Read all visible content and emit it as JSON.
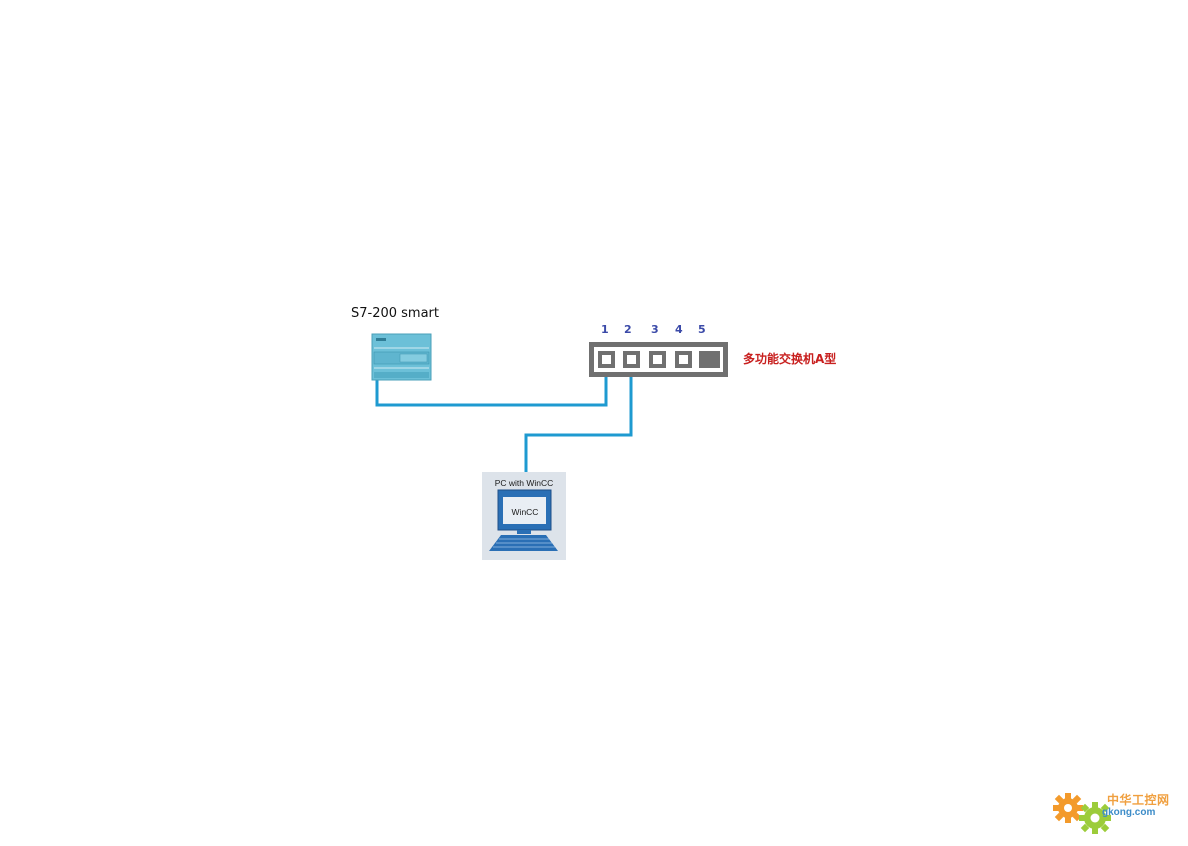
{
  "plc": {
    "label": "S7-200 smart"
  },
  "switch": {
    "label": "多功能交换机A型",
    "ports": [
      "1",
      "2",
      "3",
      "4",
      "5"
    ]
  },
  "pc": {
    "title": "PC with WinCC",
    "screen_label": "WinCC"
  },
  "logo": {
    "name": "中华工控网",
    "url": "gkong.com"
  },
  "colors": {
    "cable": "#1e9ad0",
    "switch_frame": "#707070",
    "plc_body": "#6cc0d8",
    "label_red": "#c8201f",
    "port_numbers": "#3b4aa8"
  }
}
